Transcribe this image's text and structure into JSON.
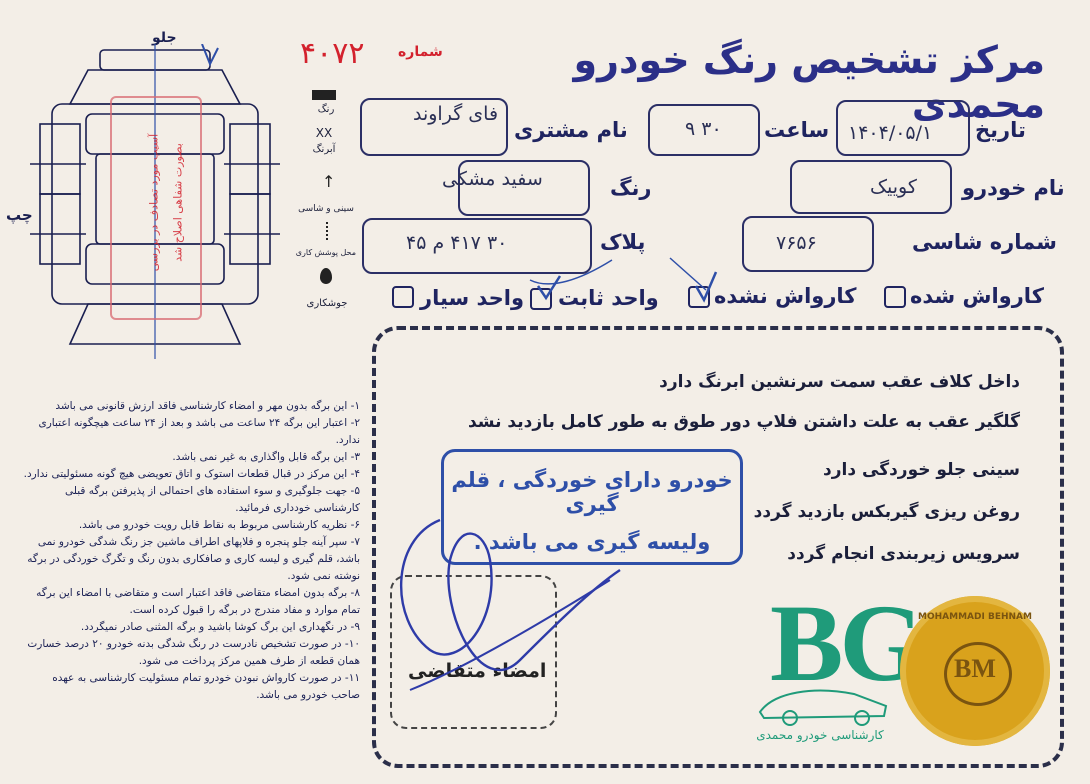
{
  "header": {
    "title": "مرکز تشخیص رنگ خودرو محمدی",
    "serial_label": "شماره",
    "serial_number": "۴۰۷۲"
  },
  "form": {
    "date_label": "تاریخ",
    "date_value": "۱۴۰۴/۰۵/۱",
    "time_label": "ساعت",
    "time_value": "۳۰  ۹",
    "customer_label": "نام مشتری",
    "customer_value": "فای گراوند",
    "car_name_label": "نام خودرو",
    "car_name_value": "کوییک",
    "color_label": "رنگ",
    "color_value": "سفید مشکی",
    "chassis_label": "شماره شاسی",
    "chassis_value": "۷۶۵۶",
    "plate_label": "پلاک",
    "plate_value": "۳۰  ۴۱۷  م  ۴۵",
    "options": {
      "washed": "کارواش شده",
      "not_washed": "کارواش نشده",
      "fixed_unit": "واحد ثابت",
      "mobile_unit": "واحد سیار"
    }
  },
  "diagram": {
    "front_label": "جلو",
    "left_label": "چپ",
    "legend_paint": "رنگ",
    "legend_xx": "XX",
    "legend_airbrush": "آبرنگ",
    "legend_chassis": "سینی و شاسی",
    "legend_cover": "محل پوشش کاری",
    "legend_weld": "جوشکاری",
    "red_stamp_line1": "آسیب مورد تصادف در بررسی",
    "red_stamp_line2": "بصورت شفاهی اصلاح شد"
  },
  "notes": [
    "داخل کلاف عقب سمت سرنشین ابرنگ دارد",
    "گلگیر عقب به علت داشتن فلاپ دور طوق به طور کامل بازدید نشد",
    "سینی جلو خوردگی دارد",
    "روغن ریزی گیربکس بازدید گردد",
    "سرویس زیربندی انجام گردد"
  ],
  "blue_stamp": {
    "line1": "خودرو دارای خوردگی ، قلم گیری",
    "line2": "ولیسه گیری می باشد ."
  },
  "signature_label": "امضاء متقاضی",
  "logo": {
    "letters": "BG",
    "caption": "کارشناسی خودرو محمدی"
  },
  "seal": {
    "letters": "BM",
    "ring_text": "MOHAMMADI BEHNAM"
  },
  "rules": [
    "۱- این برگه بدون مهر و امضاء کارشناسی فاقد ارزش قانونی می باشد",
    "۲- اعتبار این برگه ۲۴ ساعت می باشد و بعد از ۲۴ ساعت هیچگونه اعتباری ندارد.",
    "۳- این برگه قابل واگذاری به غیر نمی باشد.",
    "۴- این مرکز در قبال قطعات استوک و اتاق تعویضی هیچ گونه مسئولیتی ندارد.",
    "۵- جهت جلوگیری و سوء استفاده های احتمالی از پذیرفتن برگه قبلی کارشناسی خودداری فرمائید.",
    "۶- نظریه کارشناسی مربوط به نقاط قابل رویت خودرو می باشد.",
    "۷- سپر آینه جلو پنجره و فلاپهای اطراف ماشین جز رنگ شدگی خودرو نمی باشد، قلم گیری و لیسه کاری و صافکاری بدون رنگ و تگرگ خوردگی در برگه نوشته نمی شود.",
    "۸- برگه بدون امضاء متقاضی فاقد اعتبار است و متقاضی با امضاء این برگه تمام موارد و مفاد مندرج در برگه را قبول کرده است.",
    "۹- در نگهداری این برگ کوشا باشید و برگه المثنی صادر نمیگردد.",
    "۱۰- در صورت تشخیص نادرست در رنگ شدگی بدنه خودرو ۲۰ درصد خسارت همان قطعه از طرف همین مرکز پرداخت می شود.",
    "۱۱- در صورت کارواش نبودن خودرو تمام مسئولیت کارشناسی به عهده صاحب خودرو می باشد."
  ],
  "colors": {
    "ink": "#2b2f88",
    "red": "#d3212d",
    "stamp_blue": "#2e4fa8",
    "logo_green": "#1f9b7a",
    "seal_gold": "#d9a21c"
  }
}
